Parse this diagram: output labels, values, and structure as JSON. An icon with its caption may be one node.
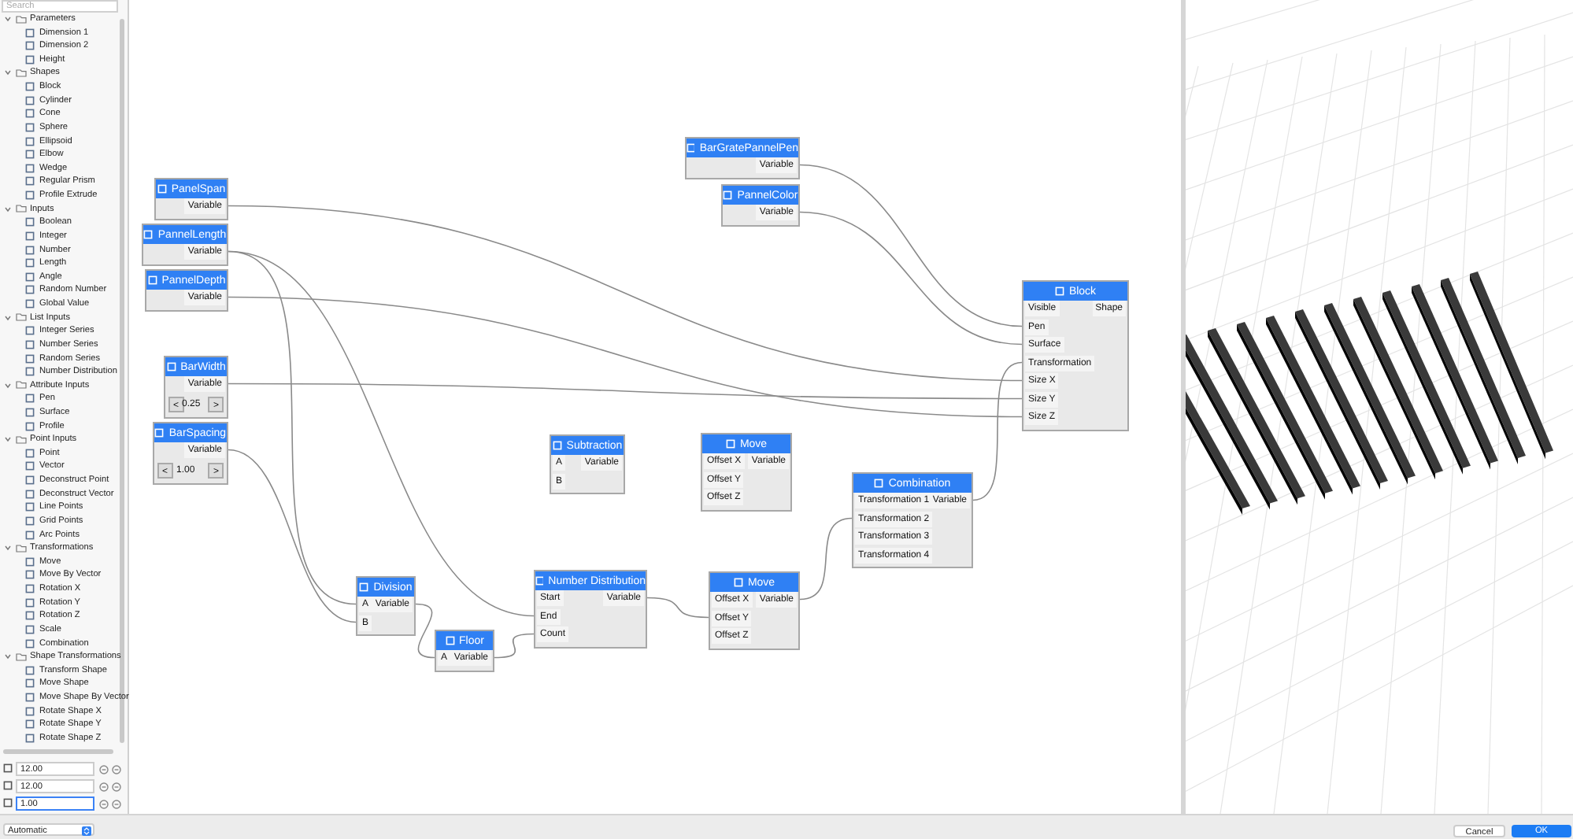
{
  "diagram": {
    "nodes": [
      {
        "text": [
          "PanelSpan",
          "Variable"
        ]
      },
      {
        "text": [
          "PannelLength",
          "Variable"
        ]
      },
      {
        "text": [
          "PannelDepth",
          "Variable"
        ]
      },
      {
        "text": [
          "BarWidth",
          "Variable",
          "<",
          "0.25",
          ">"
        ]
      },
      {
        "text": [
          "BarSpacing",
          "Variable",
          "<",
          "1.00",
          ">"
        ]
      },
      {
        "text": [
          "BarGratePannelPen",
          "Variable"
        ]
      },
      {
        "text": [
          "PannelColor",
          "Variable"
        ]
      },
      {
        "text": [
          "Block",
          "Visible",
          "Pen",
          "Surface",
          "Transformation",
          "Size X",
          "Size Y",
          "Size Z",
          "Shape"
        ]
      },
      {
        "text": [
          "Subtraction",
          "A",
          "B",
          "Variable"
        ]
      },
      {
        "text": [
          "Move",
          "Offset X",
          "Offset Y",
          "Offset Z",
          "Variable"
        ]
      },
      {
        "text": [
          "Combination",
          "Transformation 1",
          "Transformation 2",
          "Transformation 3",
          "Transformation 4",
          "Variable"
        ]
      },
      {
        "text": [
          "Division",
          "A",
          "B",
          "Variable"
        ]
      },
      {
        "text": [
          "Floor",
          "A",
          "Variable"
        ]
      },
      {
        "text": [
          "Number Distribution",
          "Start",
          "End",
          "Count",
          "Variable"
        ]
      },
      {
        "text": [
          "Move",
          "Offset X",
          "Offset Y",
          "Offset Z",
          "Variable"
        ]
      }
    ],
    "edges": [
      {
        "from": 0,
        "to": 7,
        "arrow": "none"
      },
      {
        "from": 1,
        "to": 11,
        "arrow": "none"
      },
      {
        "from": 1,
        "to": 13,
        "arrow": "none"
      },
      {
        "from": 2,
        "to": 7,
        "arrow": "none"
      },
      {
        "from": 3,
        "to": 7,
        "arrow": "none"
      },
      {
        "from": 4,
        "to": 11,
        "arrow": "none"
      },
      {
        "from": 5,
        "to": 7,
        "arrow": "none"
      },
      {
        "from": 6,
        "to": 7,
        "arrow": "none"
      },
      {
        "from": 11,
        "to": 12,
        "arrow": "none"
      },
      {
        "from": 12,
        "to": 13,
        "arrow": "none"
      },
      {
        "from": 13,
        "to": 14,
        "arrow": "none"
      },
      {
        "from": 14,
        "to": 10,
        "arrow": "none"
      },
      {
        "from": 10,
        "to": 7,
        "arrow": "none"
      }
    ],
    "labels": [
      "Search",
      "Parameters",
      "Dimension 1",
      "Dimension 2",
      "Height",
      "Shapes",
      "Block",
      "Cylinder",
      "Cone",
      "Sphere",
      "Ellipsoid",
      "Elbow",
      "Wedge",
      "Regular Prism",
      "Profile Extrude",
      "Inputs",
      "Boolean",
      "Integer",
      "Number",
      "Length",
      "Angle",
      "Random Number",
      "Global Value",
      "List Inputs",
      "Integer Series",
      "Number Series",
      "Random Series",
      "Number Distribution",
      "Attribute Inputs",
      "Pen",
      "Surface",
      "Profile",
      "Point Inputs",
      "Point",
      "Vector",
      "Deconstruct Point",
      "Deconstruct Vector",
      "Line Points",
      "Grid Points",
      "Arc Points",
      "Transformations",
      "Move",
      "Move By Vector",
      "Rotation X",
      "Rotation Y",
      "Rotation Z",
      "Scale",
      "Combination",
      "Shape Transformations",
      "Transform Shape",
      "Move Shape",
      "Move Shape By Vector",
      "Rotate Shape X",
      "Rotate Shape Y",
      "Rotate Shape Z",
      "12.00",
      "12.00",
      "1.00",
      "Automatic",
      "Cancel",
      "OK"
    ]
  }
}
